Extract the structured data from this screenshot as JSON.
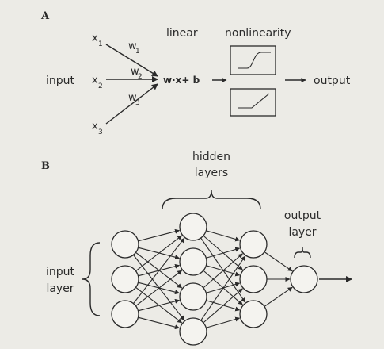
{
  "panel_a": {
    "letter": "A",
    "input_label": "input",
    "inputs": [
      {
        "var": "x",
        "sub": "1"
      },
      {
        "var": "x",
        "sub": "2"
      },
      {
        "var": "x",
        "sub": "3"
      }
    ],
    "weights": [
      {
        "var": "w",
        "sub": "1"
      },
      {
        "var": "w",
        "sub": "2"
      },
      {
        "var": "w",
        "sub": "3"
      }
    ],
    "linear_label": "linear",
    "nonlinearity_label": "nonlinearity",
    "equation": "w·x+ b",
    "output_label": "output"
  },
  "panel_b": {
    "letter": "B",
    "hidden_layers_label_1": "hidden",
    "hidden_layers_label_2": "layers",
    "output_layer_label_1": "output",
    "output_layer_label_2": "layer",
    "input_layer_label_1": "input",
    "input_layer_label_2": "layer",
    "layer_sizes": [
      3,
      4,
      3,
      1
    ]
  }
}
